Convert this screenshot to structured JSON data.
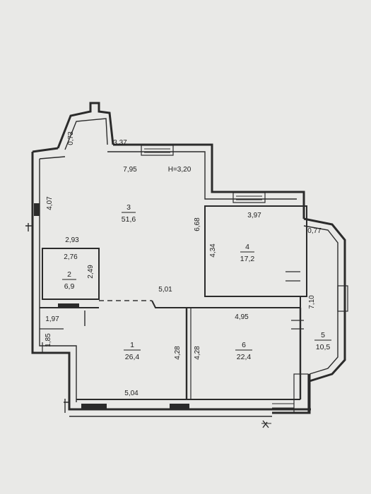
{
  "plan": {
    "height_label": "H=3,20",
    "rooms": [
      {
        "number": "1",
        "area": "26,4"
      },
      {
        "number": "2",
        "area": "6,9"
      },
      {
        "number": "3",
        "area": "51,6"
      },
      {
        "number": "4",
        "area": "17,2"
      },
      {
        "number": "5",
        "area": "10,5"
      },
      {
        "number": "6",
        "area": "22,4"
      }
    ],
    "dimensions": [
      "0,73",
      "3,37",
      "7,95",
      "4,07",
      "6,68",
      "3,97",
      "0,77",
      "2,93",
      "2,76",
      "2,49",
      "4,34",
      "5,01",
      "7,10",
      "4,95",
      "1,97",
      "1,85",
      "4,28",
      "4,28",
      "5,04"
    ]
  }
}
